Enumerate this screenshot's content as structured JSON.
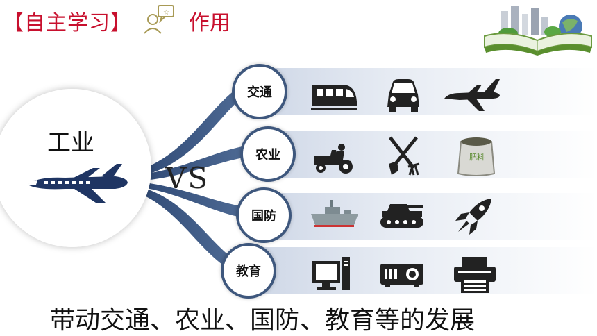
{
  "header": {
    "title": "【自主学习】",
    "subtitle": "作用"
  },
  "main": {
    "industry_label": "工业",
    "vs_label": "VS",
    "categories": [
      {
        "label": "交通",
        "icons": [
          "train-icon",
          "car-icon",
          "airplane-icon"
        ]
      },
      {
        "label": "农业",
        "icons": [
          "tractor-icon",
          "farm-tools-icon",
          "fertilizer-bag-icon"
        ]
      },
      {
        "label": "国防",
        "icons": [
          "warship-icon",
          "tank-icon",
          "rocket-icon"
        ]
      },
      {
        "label": "教育",
        "icons": [
          "computer-icon",
          "projector-icon",
          "printer-icon"
        ]
      }
    ],
    "fertilizer_text": "肥料"
  },
  "footer": {
    "text": "带动交通、农业、国防、教育等的发展"
  },
  "colors": {
    "header_red": "#c8102e",
    "navy": "#1f3563",
    "ring_blue": "#3e577d",
    "icon_dark": "#222222"
  }
}
